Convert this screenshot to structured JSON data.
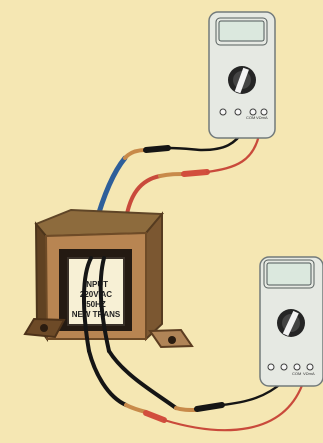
{
  "colors": {
    "background": "#f5e7b3",
    "wire_black": "#151515",
    "wire_red": "#c94a3b",
    "wire_blue": "#2e5f9a",
    "meter_body": "#e6e9e3",
    "core_metal": "#a57a45"
  },
  "transformer": {
    "label_lines": [
      "INPUT",
      "220V AC",
      "50HZ",
      "NEW TRANS"
    ]
  },
  "multimeter_top": {
    "jack_labels": [
      "COM",
      "VΩmA"
    ]
  },
  "multimeter_bottom": {
    "jack_labels": [
      "COM",
      "VΩmA"
    ]
  }
}
